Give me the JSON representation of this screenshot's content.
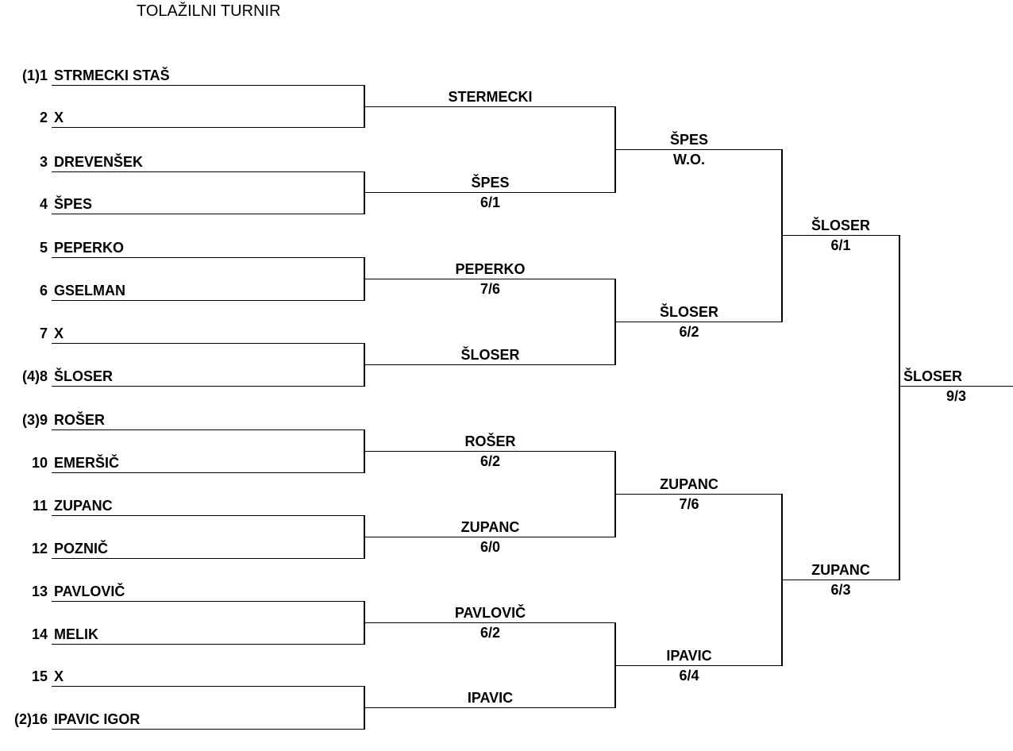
{
  "title": "TOLAŽILNI TURNIR",
  "bracket": {
    "round1": [
      {
        "seed": "(1)1",
        "name": "STRMECKI STAŠ"
      },
      {
        "seed": "2",
        "name": "X"
      },
      {
        "seed": "3",
        "name": "DREVENŠEK"
      },
      {
        "seed": "4",
        "name": "ŠPES"
      },
      {
        "seed": "5",
        "name": "PEPERKO"
      },
      {
        "seed": "6",
        "name": "GSELMAN"
      },
      {
        "seed": "7",
        "name": "X"
      },
      {
        "seed": "(4)8",
        "name": "ŠLOSER"
      },
      {
        "seed": "(3)9",
        "name": "ROŠER"
      },
      {
        "seed": "10",
        "name": "EMERŠIČ"
      },
      {
        "seed": "11",
        "name": "ZUPANC"
      },
      {
        "seed": "12",
        "name": "POZNIČ"
      },
      {
        "seed": "13",
        "name": "PAVLOVIČ"
      },
      {
        "seed": "14",
        "name": "MELIK"
      },
      {
        "seed": "15",
        "name": "X"
      },
      {
        "seed": "(2)16",
        "name": "IPAVIC IGOR"
      }
    ],
    "round2": [
      {
        "name": "STERMECKI",
        "score": ""
      },
      {
        "name": "ŠPES",
        "score": "6/1"
      },
      {
        "name": "PEPERKO",
        "score": "7/6"
      },
      {
        "name": "ŠLOSER",
        "score": ""
      },
      {
        "name": "ROŠER",
        "score": "6/2"
      },
      {
        "name": "ZUPANC",
        "score": "6/0"
      },
      {
        "name": "PAVLOVIČ",
        "score": "6/2"
      },
      {
        "name": "IPAVIC",
        "score": ""
      }
    ],
    "round3": [
      {
        "name": "ŠPES",
        "score": "W.O."
      },
      {
        "name": "ŠLOSER",
        "score": "6/2"
      },
      {
        "name": "ZUPANC",
        "score": "7/6"
      },
      {
        "name": "IPAVIC",
        "score": "6/4"
      }
    ],
    "semifinals": [
      {
        "name": "ŠLOSER",
        "score": "6/1"
      },
      {
        "name": "ZUPANC",
        "score": "6/3"
      }
    ],
    "final": {
      "name": "ŠLOSER",
      "score": "9/3"
    }
  }
}
